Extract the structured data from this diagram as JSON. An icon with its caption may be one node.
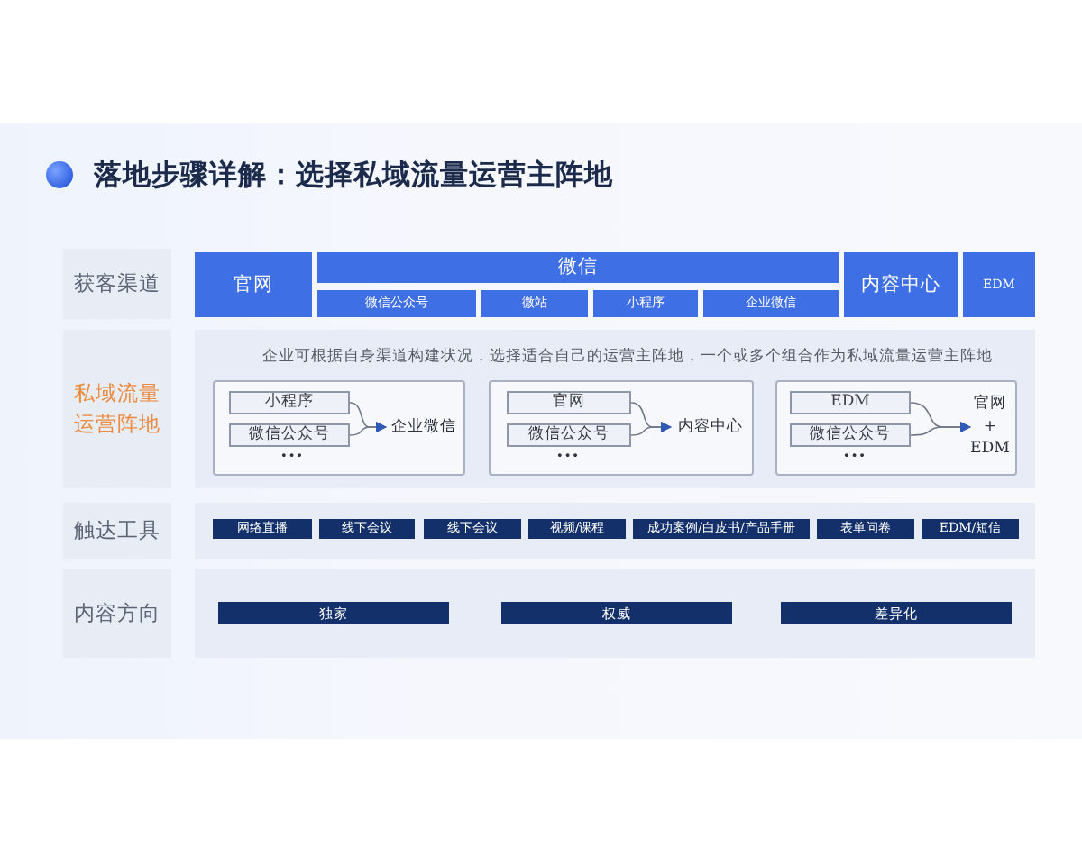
{
  "diagram": {
    "title": "落地步骤详解：选择私域流量运营主阵地",
    "nodes": [
      {
        "text": [
          "获客渠道"
        ]
      },
      {
        "text": [
          "官网"
        ]
      },
      {
        "text": [
          "微信"
        ]
      },
      {
        "text": [
          "微信公众号"
        ]
      },
      {
        "text": [
          "微站"
        ]
      },
      {
        "text": [
          "小程序"
        ]
      },
      {
        "text": [
          "企业微信"
        ]
      },
      {
        "text": [
          "内容中心"
        ]
      },
      {
        "text": [
          "EDM"
        ]
      },
      {
        "text": [
          "私域流量运营阵地"
        ]
      },
      {
        "text": [
          "企业可根据自身渠道构建状况，选择适合自己的运营主阵地，一个或多个组合作为私域流量运营主阵地"
        ]
      },
      {
        "text": [
          "•••"
        ],
        "in": 10
      },
      {
        "text": [
          "小程序"
        ],
        "in": 11
      },
      {
        "text": [
          "微信公众号"
        ],
        "in": 11
      },
      {
        "text": [
          "企业微信"
        ],
        "in": 11
      },
      {
        "text": [
          "•••"
        ],
        "in": 10
      },
      {
        "text": [
          "官网"
        ],
        "in": 15
      },
      {
        "text": [
          "微信公众号"
        ],
        "in": 15
      },
      {
        "text": [
          "内容中心"
        ],
        "in": 15
      },
      {
        "text": [
          "•••"
        ],
        "in": 10
      },
      {
        "text": [
          "EDM"
        ],
        "in": 19
      },
      {
        "text": [
          "微信公众号"
        ],
        "in": 19
      },
      {
        "text": [
          "官网 + EDM"
        ],
        "in": 19
      },
      {
        "text": [
          "触达工具"
        ]
      },
      {
        "text": [],
        "shape": "box"
      },
      {
        "text": [
          "网络直播"
        ],
        "in": 24
      },
      {
        "text": [
          "线下会议"
        ],
        "in": 24
      },
      {
        "text": [
          "线下会议"
        ],
        "in": 24
      },
      {
        "text": [
          "视频/课程"
        ],
        "in": 24
      },
      {
        "text": [
          "成功案例/白皮书/产品手册"
        ],
        "in": 24
      },
      {
        "text": [
          "表单问卷"
        ],
        "in": 24
      },
      {
        "text": [
          "EDM/短信"
        ],
        "in": 24
      },
      {
        "text": [
          "内容方向"
        ]
      },
      {
        "text": [],
        "shape": "box"
      },
      {
        "text": [
          "独家"
        ],
        "in": 33
      },
      {
        "text": [
          "权威"
        ],
        "in": 33
      },
      {
        "text": [
          "差异化"
        ],
        "in": 33
      }
    ],
    "edges": [
      {
        "from": 12,
        "to": 14,
        "arrow": "to"
      },
      {
        "from": 13,
        "to": 14,
        "arrow": "to"
      },
      {
        "from": 16,
        "to": 18,
        "arrow": "to"
      },
      {
        "from": 17,
        "to": 18,
        "arrow": "to"
      },
      {
        "from": 20,
        "to": 22,
        "arrow": "to"
      },
      {
        "from": 21,
        "to": 22,
        "arrow": "to"
      }
    ]
  }
}
